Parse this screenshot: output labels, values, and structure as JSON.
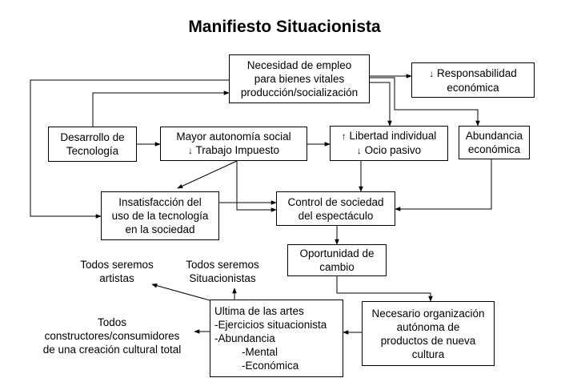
{
  "title": "Manifiesto Situacionista",
  "boxes": {
    "necesidad_empleo": [
      "Necesidad de empleo",
      "para bienes vitales",
      "producción/socialización"
    ],
    "responsabilidad": [
      "Responsabilidad",
      "económica"
    ],
    "desarrollo_tecnologia": [
      "Desarrollo de",
      "Tecnología"
    ],
    "mayor_autonomia": [
      "Mayor autonomía social",
      "Trabajo Impuesto"
    ],
    "libertad_individual": [
      "Libertad individual",
      "Ocio pasivo"
    ],
    "abundancia": [
      "Abundancia",
      "económica"
    ],
    "insatisfaccion": [
      "Insatisfacción del",
      "uso de la tecnología",
      "en la sociedad"
    ],
    "control_sociedad": [
      "Control de sociedad",
      "del espectáculo"
    ],
    "oportunidad_cambio": [
      "Oportunidad de",
      "cambio"
    ],
    "ultima_artes": [
      "Ultima de las artes",
      "-Ejercicios situacionista",
      "-Abundancia",
      "-Mental",
      "-Económica"
    ],
    "necesario_organizacion": [
      "Necesario organización",
      "autónoma de",
      "productos de nueva",
      "cultura"
    ]
  },
  "labels": {
    "todos_artistas": [
      "Todos seremos",
      "artistas"
    ],
    "todos_situacionistas": [
      "Todos seremos",
      "Situacionistas"
    ],
    "todos_constructores": [
      "Todos",
      "constructores/consumidores",
      "de una creación cultural total"
    ]
  },
  "markers": {
    "down_arrow": "↓",
    "up_arrow": "↑"
  }
}
